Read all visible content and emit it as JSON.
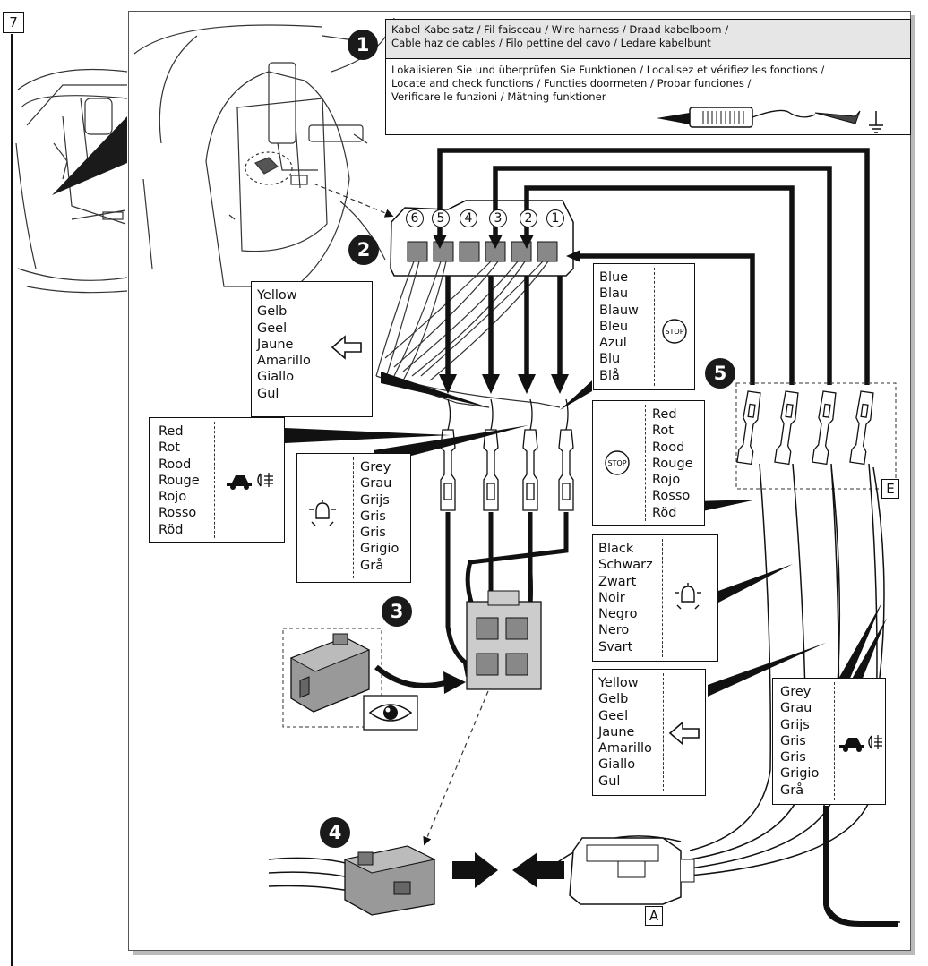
{
  "step_number": "7",
  "header": {
    "title": "Kabel Kabelsatz / Fil faisceau / Wire harness / Draad kabelboom / Cable haz de cables / Filo pettine del cavo / Ledare kabelbunt",
    "title_line1": "Kabel Kabelsatz / Fil faisceau / Wire harness / Draad kabelboom /",
    "title_line2": "Cable haz de cables / Filo pettine del cavo / Ledare kabelbunt",
    "desc_line1": "Lokalisieren Sie und überprüfen Sie Funktionen / Localisez et vérifiez les fonctions /",
    "desc_line2": "Locate and check functions / Functies doormeten / Probar funciones /",
    "desc_line3": "Verificare le funzioni / Mätning funktioner"
  },
  "callouts": [
    "1",
    "2",
    "3",
    "4",
    "5"
  ],
  "pin_numbers": [
    "6",
    "5",
    "4",
    "3",
    "2",
    "1"
  ],
  "box_labels": {
    "e": "E",
    "a": "A"
  },
  "legends": {
    "yellow_left": {
      "words": [
        "Yellow",
        "Gelb",
        "Geel",
        "Jaune",
        "Amarillo",
        "Giallo",
        "Gul"
      ],
      "icon": "turn-signal-arrow-icon"
    },
    "blue": {
      "words": [
        "Blue",
        "Blau",
        "Blauw",
        "Bleu",
        "Azul",
        "Blu",
        "Blå"
      ],
      "icon": "stop-light-icon",
      "icon_text": "STOP"
    },
    "red_left": {
      "words": [
        "Red",
        "Rot",
        "Rood",
        "Rouge",
        "Rojo",
        "Rosso",
        "Röd"
      ],
      "icon": "fog-tail-light-icon"
    },
    "grey_left": {
      "words": [
        "Grey",
        "Grau",
        "Grijs",
        "Gris",
        "Gris",
        "Grigio",
        "Grå"
      ],
      "icon": "reverse-light-icon"
    },
    "red_right": {
      "words": [
        "Red",
        "Rot",
        "Rood",
        "Rouge",
        "Rojo",
        "Rosso",
        "Röd"
      ],
      "icon": "stop-light-icon",
      "icon_text": "STOP"
    },
    "black": {
      "words": [
        "Black",
        "Schwarz",
        "Zwart",
        "Noir",
        "Negro",
        "Nero",
        "Svart"
      ],
      "icon": "reverse-light-icon"
    },
    "yellow_right": {
      "words": [
        "Yellow",
        "Gelb",
        "Geel",
        "Jaune",
        "Amarillo",
        "Giallo",
        "Gul"
      ],
      "icon": "turn-signal-arrow-icon"
    },
    "grey_right": {
      "words": [
        "Grey",
        "Grau",
        "Grijs",
        "Gris",
        "Gris",
        "Grigio",
        "Grå"
      ],
      "icon": "fog-tail-light-icon"
    }
  }
}
